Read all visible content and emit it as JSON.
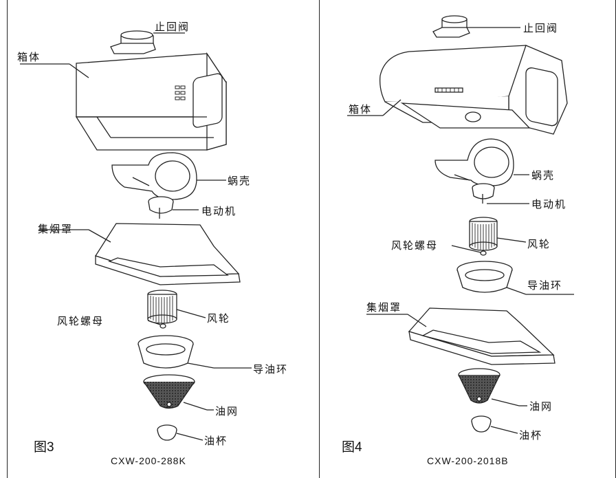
{
  "panels": [
    {
      "figure": "图3",
      "model": "CXW-200-288K",
      "labels": {
        "check_valve": "止回阀",
        "housing": "箱体",
        "volute": "蜗壳",
        "motor": "电动机",
        "smoke_hood": "集烟罩",
        "fan_nut": "风轮螺母",
        "fan_wheel": "风轮",
        "oil_ring": "导油环",
        "oil_net": "油网",
        "oil_cup": "油杯"
      }
    },
    {
      "figure": "图4",
      "model": "CXW-200-2018B",
      "labels": {
        "check_valve": "止回阀",
        "housing": "箱体",
        "volute": "蜗壳",
        "motor": "电动机",
        "fan_wheel": "风轮",
        "fan_nut": "风轮螺母",
        "oil_ring": "导油环",
        "smoke_hood": "集烟罩",
        "oil_net": "油网",
        "oil_cup": "油杯"
      }
    }
  ],
  "line_color": "#222222",
  "mesh_color": "#333333"
}
